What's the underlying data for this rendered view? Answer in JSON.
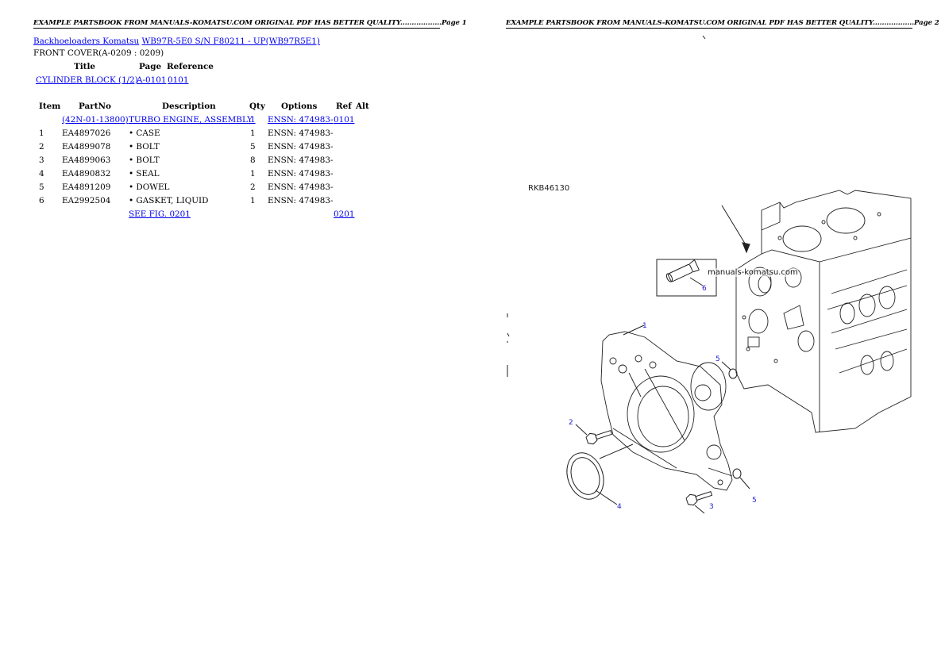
{
  "page1": {
    "header": "EXAMPLE PARTSBOOK FROM MANUALS-KOMATSU.COM ORIGINAL PDF HAS BETTER QUALITY..................Page 1",
    "breadcrumb": {
      "category": "Backhoeloaders Komatsu",
      "model": "WB97R-5E0 S/N F80211 - UP(WB97R5E1)"
    },
    "section_title": "FRONT COVER(A-0209 : 0209)",
    "ref_table": {
      "headers": [
        "Title",
        "Page",
        "Reference"
      ],
      "row": {
        "title": "CYLINDER BLOCK (1/2)",
        "page": "A-0101",
        "reference": "0101"
      }
    },
    "parts_table": {
      "headers": [
        "Item",
        "PartNo",
        "Description",
        "Qty",
        "Options",
        "Ref",
        "Alt"
      ],
      "assembly": {
        "item": "",
        "partno": "(42N-01-13800)",
        "description": "TURBO ENGINE, ASSEMBLY",
        "qty": "1",
        "options": "ENSN: 474983-",
        "ref": "0101"
      },
      "rows": [
        {
          "item": "1",
          "partno": "EA4897026",
          "description": "• CASE",
          "qty": "1",
          "options": "ENSN: 474983-"
        },
        {
          "item": "2",
          "partno": "EA4899078",
          "description": "• BOLT",
          "qty": "5",
          "options": "ENSN: 474983-"
        },
        {
          "item": "3",
          "partno": "EA4899063",
          "description": "• BOLT",
          "qty": "8",
          "options": "ENSN: 474983-"
        },
        {
          "item": "4",
          "partno": "EA4890832",
          "description": "• SEAL",
          "qty": "1",
          "options": "ENSN: 474983-"
        },
        {
          "item": "5",
          "partno": "EA4891209",
          "description": "• DOWEL",
          "qty": "2",
          "options": "ENSN: 474983-"
        },
        {
          "item": "6",
          "partno": "EA2992504",
          "description": "• GASKET, LIQUID",
          "qty": "1",
          "options": "ENSN: 474983-"
        }
      ],
      "see_fig": {
        "label": "SEE FIG. 0201",
        "ref": "0201"
      }
    }
  },
  "page2": {
    "header": "EXAMPLE PARTSBOOK FROM MANUALS-KOMATSU.COM ORIGINAL PDF HAS BETTER QUALITY..................Page 2",
    "drawing": {
      "code": "RKB46130",
      "watermark": "manuals-komatsu.com",
      "callouts": [
        "1",
        "2",
        "3",
        "4",
        "5",
        "5",
        "6"
      ]
    }
  },
  "colors": {
    "link": "#0000ee",
    "callout": "#2020d0"
  }
}
